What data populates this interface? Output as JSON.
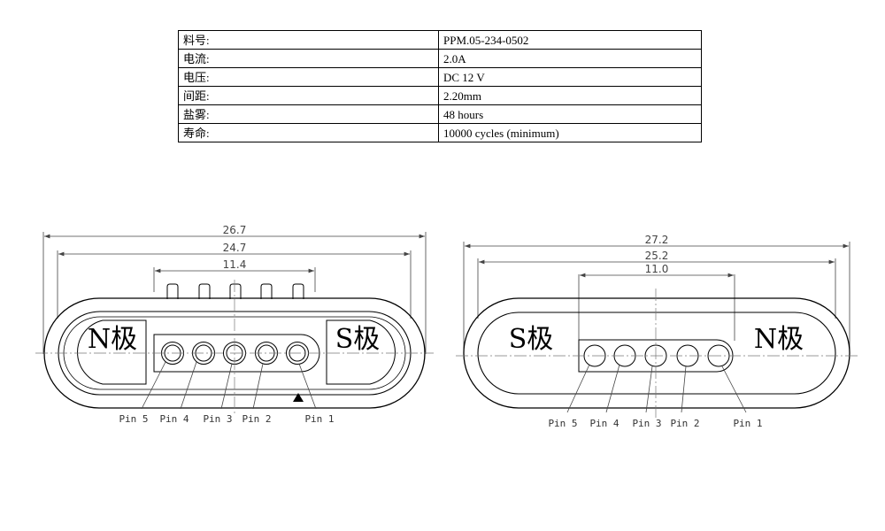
{
  "spec_table": {
    "rows": [
      {
        "label": "料号:",
        "value": "PPM.05-234-0502"
      },
      {
        "label": "电流:",
        "value": "2.0A"
      },
      {
        "label": "电压:",
        "value": "DC 12 V"
      },
      {
        "label": "间距:",
        "value": "2.20mm"
      },
      {
        "label": "盐雾:",
        "value": "48 hours"
      },
      {
        "label": "寿命:",
        "value": "10000 cycles (minimum)"
      }
    ]
  },
  "left_view": {
    "dims": {
      "overall": "26.7",
      "inner": "24.7",
      "pin_span": "11.4"
    },
    "pole_left": "N极",
    "pole_right": "S极",
    "pins": [
      "Pin 5",
      "Pin 4",
      "Pin 3",
      "Pin 2",
      "Pin 1"
    ]
  },
  "right_view": {
    "dims": {
      "overall": "27.2",
      "inner": "25.2",
      "pin_span": "11.0"
    },
    "pole_left": "S极",
    "pole_right": "N极",
    "pins": [
      "Pin 5",
      "Pin 4",
      "Pin 3",
      "Pin 2",
      "Pin 1"
    ]
  },
  "colors": {
    "line": "#000000",
    "dimension": "#444444"
  }
}
